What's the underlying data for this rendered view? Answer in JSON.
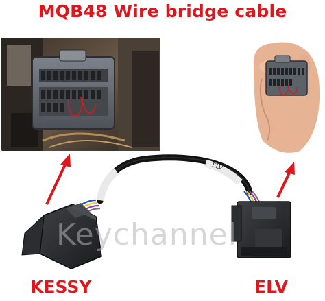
{
  "title": "MQB48 Wire bridge cable",
  "labels": {
    "left": "KESSY",
    "right": "ELV"
  },
  "watermark": "Keychannel",
  "cable_print": "ELV",
  "colors": {
    "accent_red": "#e0161c",
    "connector_black": "#2a2a2a",
    "connector_gray": "#6f737a"
  }
}
